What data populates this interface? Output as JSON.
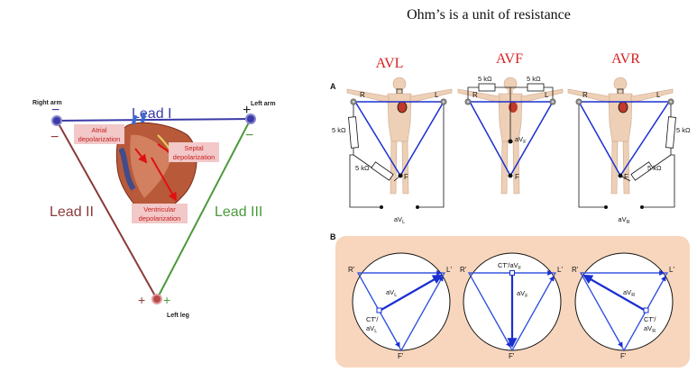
{
  "caption": "Ohm’s is a unit of resistance",
  "einthoven": {
    "right_arm": "Right arm",
    "left_arm": "Left arm",
    "left_leg": "Left leg",
    "lead1": "Lead I",
    "lead2": "Lead II",
    "lead3": "Lead III",
    "atrial": [
      "Atrial",
      "depolarization"
    ],
    "septal": [
      "Septal",
      "depolarization"
    ],
    "ventricular": [
      "Ventricular",
      "depolarization"
    ],
    "minus": "−",
    "plus": "+",
    "colors": {
      "lead1": "#3a3aa8",
      "lead2": "#8b3a3a",
      "lead3": "#4a9a3a",
      "label_bg": "#f2c8c8"
    }
  },
  "panel_a": {
    "letter": "A",
    "titles": [
      "AVL",
      "AVF",
      "AVR"
    ],
    "node_R": "R",
    "node_L": "L",
    "node_F": "F",
    "resistor": "5 kΩ",
    "avf_point": "aV",
    "outputs": [
      {
        "main": "aV",
        "sub": "L"
      },
      {
        "main": "aV",
        "sub": "F"
      },
      {
        "main": "aV",
        "sub": "R"
      }
    ],
    "title_color": "#d42020"
  },
  "panel_b": {
    "letter": "B",
    "bg_color": "#f7d6bd",
    "r_prime": "R'",
    "l_prime": "L'",
    "f_prime": "F'",
    "circles": [
      {
        "vec_label": "aV",
        "vec_sub": "L",
        "ct_line1": "CT'/",
        "ct_line2": "aV",
        "ct_sub": "L"
      },
      {
        "vec_label": "aV",
        "vec_sub": "F",
        "top_label": "CT'/aV",
        "top_sub": "F"
      },
      {
        "vec_label": "aV",
        "vec_sub": "R",
        "ct_line1": "CT'/",
        "ct_line2": "aV",
        "ct_sub": "R"
      }
    ]
  }
}
